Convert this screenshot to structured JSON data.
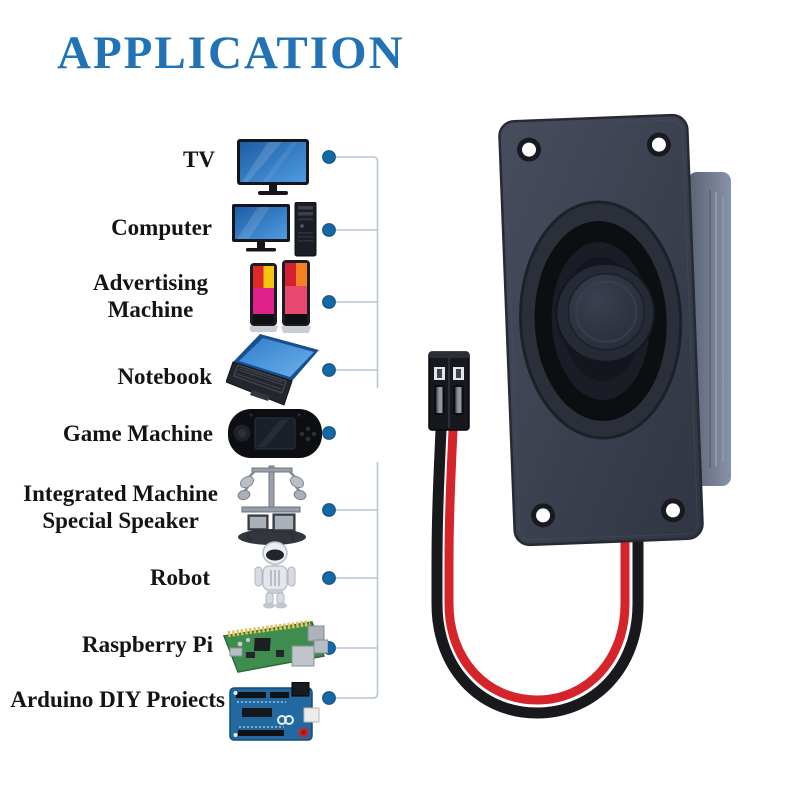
{
  "title": "APPLICATION",
  "colors": {
    "title_blue": "#2173b5",
    "label_black": "#141414",
    "dot_blue": "#1568a3",
    "line_blue": "#b5c7d5",
    "wire_red": "#d6242b",
    "wire_black": "#17191c",
    "speaker_plate": "#3c4251"
  },
  "rows": [
    {
      "label": "TV",
      "icon": "tv-icon"
    },
    {
      "label": "Computer",
      "icon": "computer-icon"
    },
    {
      "label": "Advertising\nMachine",
      "icon": "advertising-machine-icon"
    },
    {
      "label": "Notebook",
      "icon": "notebook-icon"
    },
    {
      "label": "Game Machine",
      "icon": "game-machine-icon"
    },
    {
      "label": "Integrated Machine\nSpecial Speaker",
      "icon": "integrated-machine-icon"
    },
    {
      "label": "Robot",
      "icon": "robot-icon"
    },
    {
      "label": "Raspberry Pi",
      "icon": "raspberry-pi-icon"
    },
    {
      "label": "Arduino DIY Proiects",
      "icon": "arduino-icon"
    }
  ],
  "product": {
    "photo": "passive-speaker-photo",
    "connector": "2-pin-dupont-connector",
    "wires": [
      "red",
      "black"
    ]
  }
}
